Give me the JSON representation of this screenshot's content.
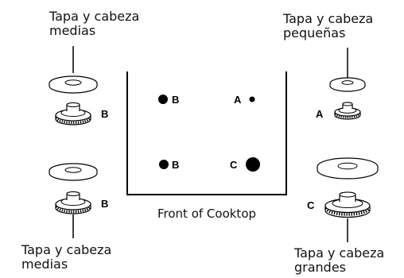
{
  "captions": {
    "top_left": "Tapa y cabeza\nmedias",
    "top_right": "Tapa y cabeza\npequeñas",
    "bottom_left": "Tapa y cabeza\nmedias",
    "bottom_right": "Tapa y cabeza\ngrandes"
  },
  "cooktop": {
    "label": "Front of Cooktop",
    "positions": {
      "rear_left": "B",
      "rear_right": "A",
      "front_left": "B",
      "front_right": "C"
    }
  },
  "burner_labels": {
    "top_left": "B",
    "top_right": "A",
    "bottom_left": "B",
    "bottom_right": "C"
  }
}
